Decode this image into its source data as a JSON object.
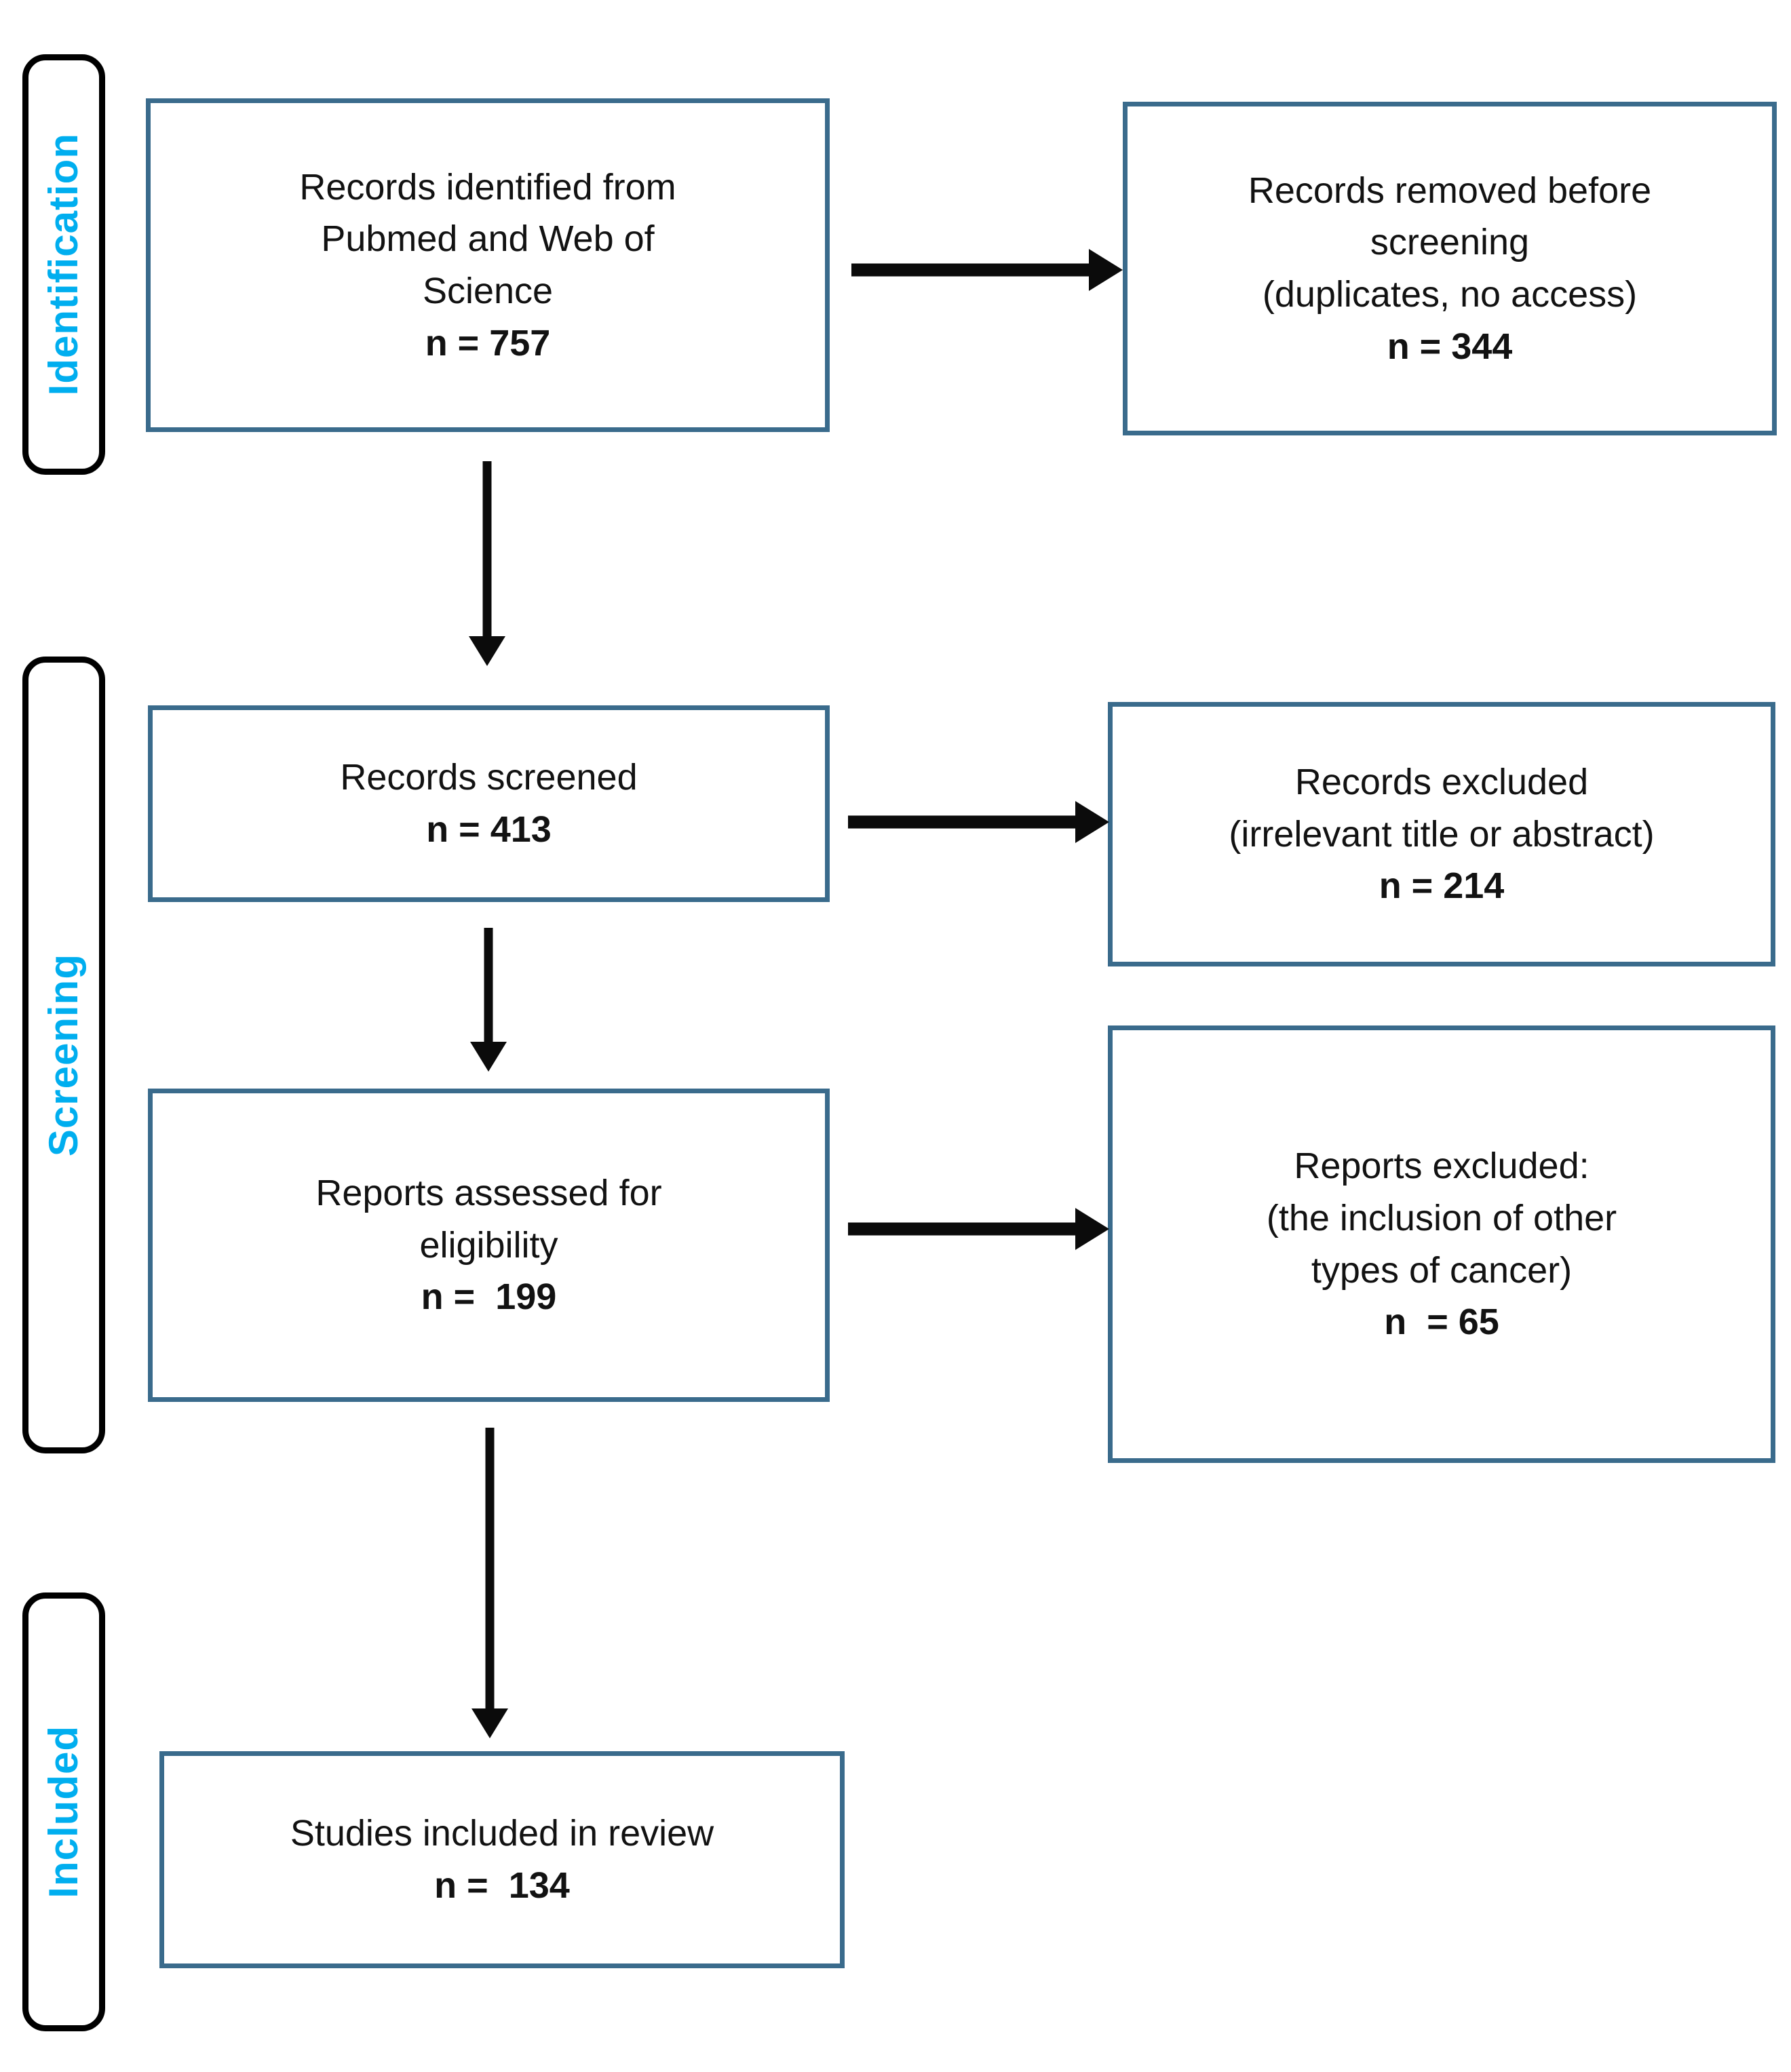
{
  "diagram": {
    "type": "prisma-flow-diagram",
    "accent_border_color": "#3A6B8C",
    "stage_label_color": "#00AEEF",
    "arrow_color": "#0B0B0B",
    "stages": [
      {
        "id": "identification",
        "label": "Identification"
      },
      {
        "id": "screening",
        "label": "Screening"
      },
      {
        "id": "included",
        "label": "Included"
      }
    ],
    "boxes": {
      "records_identified": {
        "lines": [
          "Records identified from",
          "Pubmed and Web of",
          "Science"
        ],
        "count": "n = 757"
      },
      "records_removed": {
        "lines": [
          "Records removed before",
          "screening",
          "(duplicates, no access)"
        ],
        "count": "n = 344"
      },
      "records_screened": {
        "lines": [
          "Records screened"
        ],
        "count": "n = 413"
      },
      "records_excluded": {
        "lines": [
          "Records excluded",
          "(irrelevant title or abstract)"
        ],
        "count": "n = 214"
      },
      "reports_assessed": {
        "lines": [
          "Reports assessed for",
          "eligibility"
        ],
        "count": "n =  199"
      },
      "reports_excluded": {
        "lines": [
          "Reports excluded:",
          "(the inclusion of other",
          "types of cancer)"
        ],
        "count": "n  = 65"
      },
      "studies_included": {
        "lines": [
          "Studies included in review"
        ],
        "count": "n =  134"
      }
    }
  }
}
